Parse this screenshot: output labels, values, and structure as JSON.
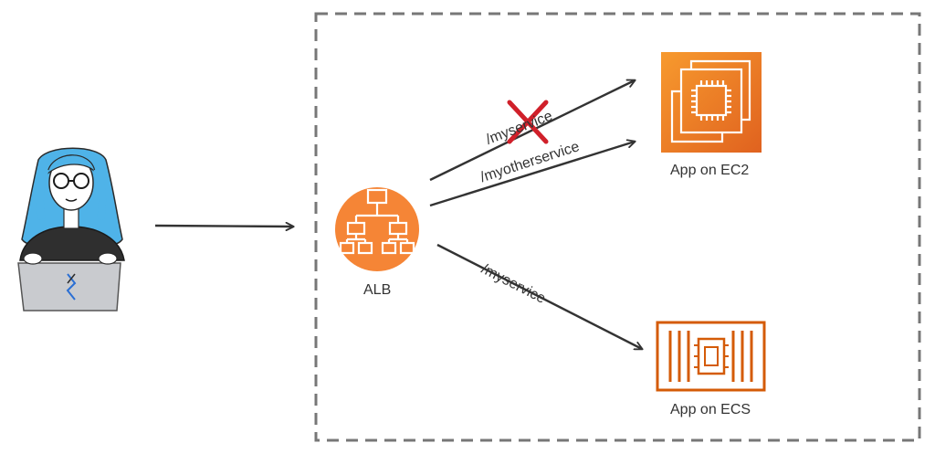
{
  "nodes": {
    "alb": {
      "label": "ALB",
      "icon": "load-balancer-icon",
      "color": "#F58536"
    },
    "ec2": {
      "label": "App on EC2",
      "icon": "ec2-instance-icon",
      "color": "#E8762D"
    },
    "ecs": {
      "label": "App on ECS",
      "icon": "ecs-container-icon",
      "color": "#D45B07"
    },
    "user": {
      "icon": "user-laptop-icon",
      "hair_color": "#4FB3E8"
    }
  },
  "edges": {
    "blocked": {
      "label": "/myservice",
      "status": "blocked",
      "mark_color": "#D0202A"
    },
    "ec2_route": {
      "label": "/myotherservice"
    },
    "ecs_route": {
      "label": "/myservice"
    }
  },
  "colors": {
    "line": "#333333",
    "boundary": "#777777"
  }
}
